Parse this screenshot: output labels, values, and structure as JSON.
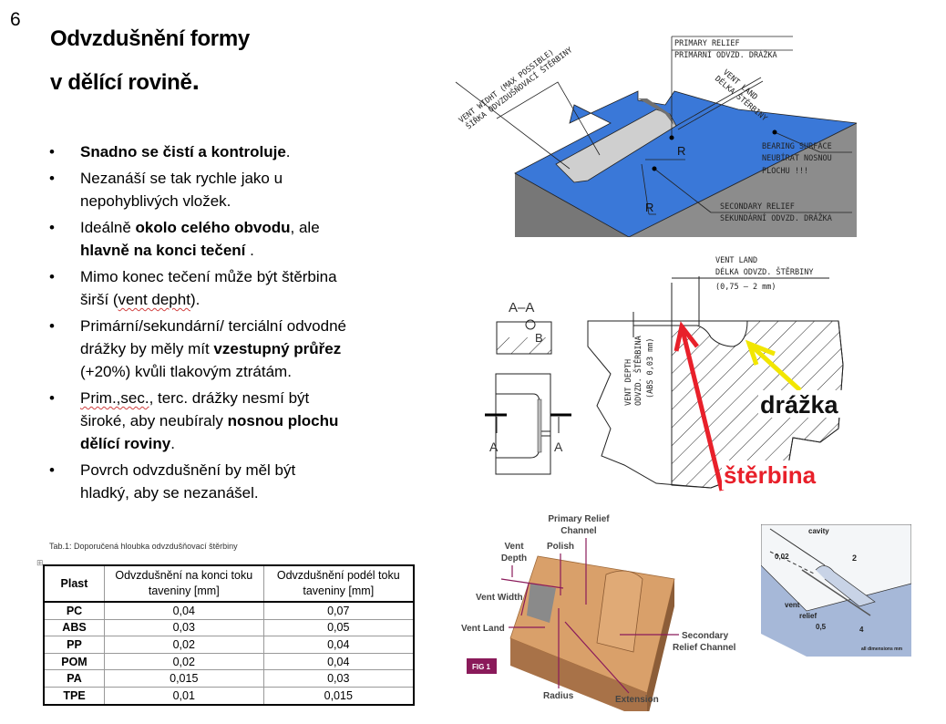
{
  "slide": {
    "number": "6",
    "title_line1": "Odvzdušnění formy",
    "title_line2": "v dělící rovině",
    "title_period": "."
  },
  "bullets": [
    {
      "parts": [
        {
          "text": "Snadno se čistí a kontroluje",
          "bold": true
        },
        {
          "text": "."
        }
      ]
    },
    {
      "parts": [
        {
          "text": "Nezanáší se tak rychle jako u nepohyblivých vložek."
        }
      ]
    },
    {
      "parts": [
        {
          "text": "Ideálně "
        },
        {
          "text": "okolo celého obvodu",
          "bold": true
        },
        {
          "text": ", ale "
        },
        {
          "text": "hlavně na konci tečení",
          "bold": true
        },
        {
          "text": " ."
        }
      ]
    },
    {
      "parts": [
        {
          "text": "Mimo konec tečení může být štěrbina širší ("
        },
        {
          "text": "vent depht",
          "spell": true
        },
        {
          "text": ")."
        }
      ]
    },
    {
      "parts": [
        {
          "text": "Primární/sekundární/ terciální odvodné drážky by měly mít "
        },
        {
          "text": "vzestupný průřez",
          "bold": true
        },
        {
          "text": " (+20%) kvůli tlakovým ztrátám."
        }
      ]
    },
    {
      "parts": [
        {
          "text": "Prim.,sec.",
          "spell": true
        },
        {
          "text": ", terc. drážky nesmí být široké, aby neubíraly "
        },
        {
          "text": "nosnou plochu dělící roviny",
          "bold": true
        },
        {
          "text": "."
        }
      ]
    },
    {
      "parts": [
        {
          "text": "Povrch odvzdušnění by měl být hladký, aby se nezanášel."
        }
      ]
    }
  ],
  "table": {
    "caption": "Tab.1: Doporučená hloubka odvzdušňovací štěrbiny",
    "headers": [
      "Plast",
      "Odvzdušnění na konci toku taveniny [mm]",
      "Odvzdušnění podél toku taveniny [mm]"
    ],
    "rows": [
      [
        "PC",
        "0,04",
        "0,07"
      ],
      [
        "ABS",
        "0,03",
        "0,05"
      ],
      [
        "PP",
        "0,02",
        "0,04"
      ],
      [
        "POM",
        "0,02",
        "0,04"
      ],
      [
        "PA",
        "0,015",
        "0,03"
      ],
      [
        "TPE",
        "0,01",
        "0,015"
      ]
    ]
  },
  "figure_iso": {
    "primary_relief_en": "PRIMARY RELIEF",
    "primary_relief_cz": "PRIMÁRNÍ ODVZD. DRÁŽKA",
    "vent_width_en": "VENT WIDHT (MAX POSSIBLE)",
    "vent_width_cz": "ŠÍŘKA ODVZDUŠŇOVACÍ ŠTĚRBINY",
    "vent_land_en": "VENT LAND",
    "vent_land_cz": "DÉLKA ŠTĚRBINY",
    "bearing_en": "BEARING SURFACE",
    "bearing_cz1": "NEUBÍRAT NOSNOU",
    "bearing_cz2": "PLOCHU !!!",
    "secondary_en": "SECONDARY RELIEF",
    "secondary_cz": "SEKUNDÁRNÍ ODVZD. DRÁŽKA",
    "radius_label": "R",
    "colors": {
      "surface": "#3a78d8",
      "body": "#8c8c8c",
      "channel": "#cfcfcf"
    }
  },
  "figure_section": {
    "section_label": "A–A",
    "detail_label": "B",
    "cut_label": "A",
    "vent_land_en": "VENT LAND",
    "vent_land_cz": "DÉLKA ODVZD. ŠTĚRBINY",
    "vent_land_range": "(0,75 – 2 mm)",
    "vent_depth_en": "VENT DEPTH",
    "vent_depth_cz": "ODVZD. ŠTĚRBINA",
    "vent_depth_value": "(ABS 0,03 mm)",
    "groove_label": "drážka",
    "slot_label": "štěrbina",
    "colors": {
      "groove_arrow": "#f2e600",
      "slot_arrow": "#e8202a"
    }
  },
  "figure_fig1": {
    "badge": "FIG 1",
    "primary_relief": "Primary Relief",
    "primary_relief2": "Channel",
    "vent_depth1": "Vent",
    "vent_depth2": "Depth",
    "polish": "Polish",
    "vent_width": "Vent Width",
    "vent_land": "Vent Land",
    "secondary1": "Secondary",
    "secondary2": "Relief Channel",
    "radius": "Radius",
    "extension": "Extension",
    "colors": {
      "block": "#d9a06a",
      "accent": "#8a1a5a"
    }
  },
  "figure_small": {
    "cavity": "cavity",
    "depth": "0,02",
    "width": "2",
    "vent": "vent",
    "relief": "relief",
    "relief_depth": "0,5",
    "relief_width": "4",
    "note": "all dimensions mm"
  }
}
